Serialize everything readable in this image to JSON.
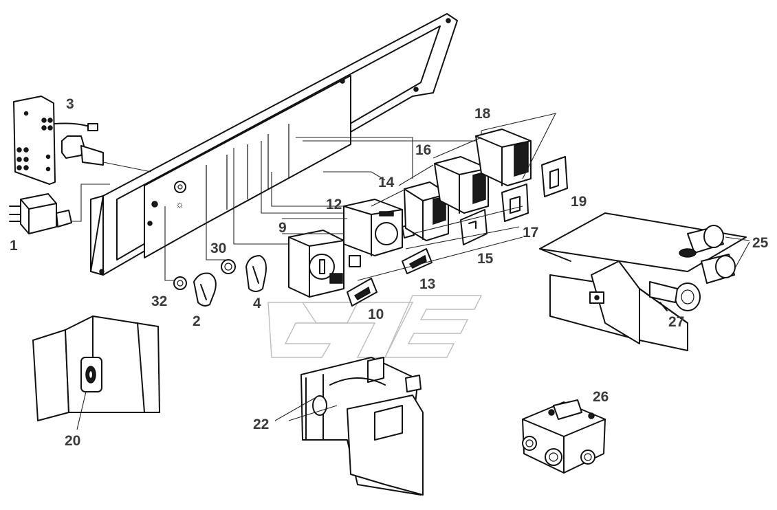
{
  "diagram": {
    "callouts": [
      {
        "id": "c1",
        "text": "1"
      },
      {
        "id": "c2",
        "text": "2"
      },
      {
        "id": "c3",
        "text": "3"
      },
      {
        "id": "c4",
        "text": "4"
      },
      {
        "id": "c9",
        "text": "9"
      },
      {
        "id": "c10",
        "text": "10"
      },
      {
        "id": "c12",
        "text": "12"
      },
      {
        "id": "c13",
        "text": "13"
      },
      {
        "id": "c14",
        "text": "14"
      },
      {
        "id": "c15",
        "text": "15"
      },
      {
        "id": "c16",
        "text": "16"
      },
      {
        "id": "c17",
        "text": "17"
      },
      {
        "id": "c18",
        "text": "18"
      },
      {
        "id": "c19",
        "text": "19"
      },
      {
        "id": "c20",
        "text": "20"
      },
      {
        "id": "c22",
        "text": "22"
      },
      {
        "id": "c25",
        "text": "25"
      },
      {
        "id": "c26",
        "text": "26"
      },
      {
        "id": "c27",
        "text": "27"
      },
      {
        "id": "c30",
        "text": "30"
      },
      {
        "id": "c32",
        "text": "32"
      }
    ],
    "colors": {
      "line": "#111111",
      "label": "#3a3a3a",
      "watermark": "#bdbdbd",
      "background": "#ffffff"
    }
  }
}
